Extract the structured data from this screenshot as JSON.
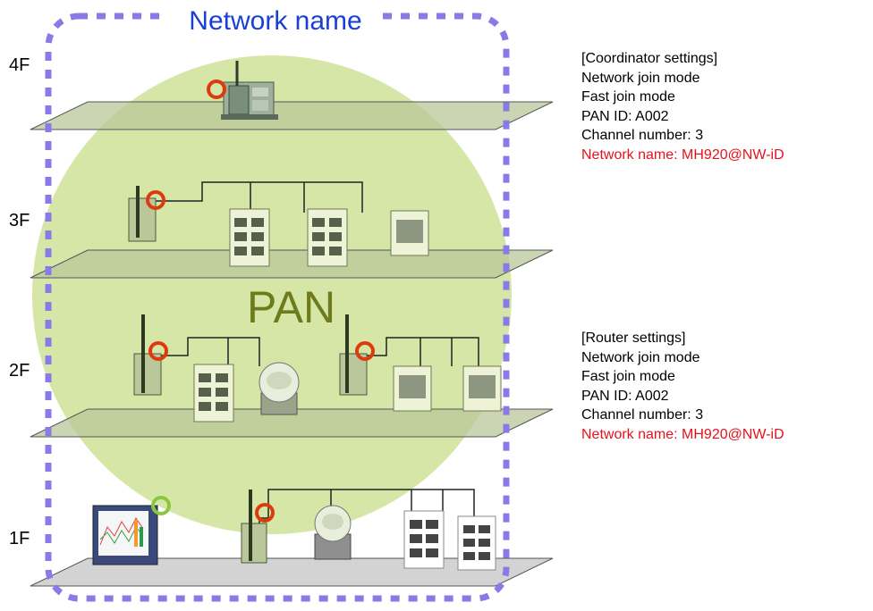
{
  "network_title": "Network name",
  "pan_label": "PAN",
  "floors": [
    "4F",
    "3F",
    "2F",
    "1F"
  ],
  "coordinator": {
    "heading": "[Coordinator settings]",
    "join_mode": "Network join mode",
    "fast_join": "Fast join mode",
    "pan_id": "PAN ID: A002",
    "channel": "Channel number: 3",
    "network_name": "Network name: MH920@NW-iD"
  },
  "router": {
    "heading": "[Router settings]",
    "join_mode": "Network join mode",
    "fast_join": "Fast join mode",
    "pan_id": "PAN ID: A002",
    "channel": "Channel number: 3",
    "network_name": "Network name: MH920@NW-iD"
  },
  "colors": {
    "pan_circle": "#d5e6a6",
    "boundary": "#8a7ae8",
    "title": "#1a3fd6",
    "ring_router": "#dd3a10",
    "ring_recorder": "#8cc63e",
    "highlight_text": "#e8111b"
  }
}
